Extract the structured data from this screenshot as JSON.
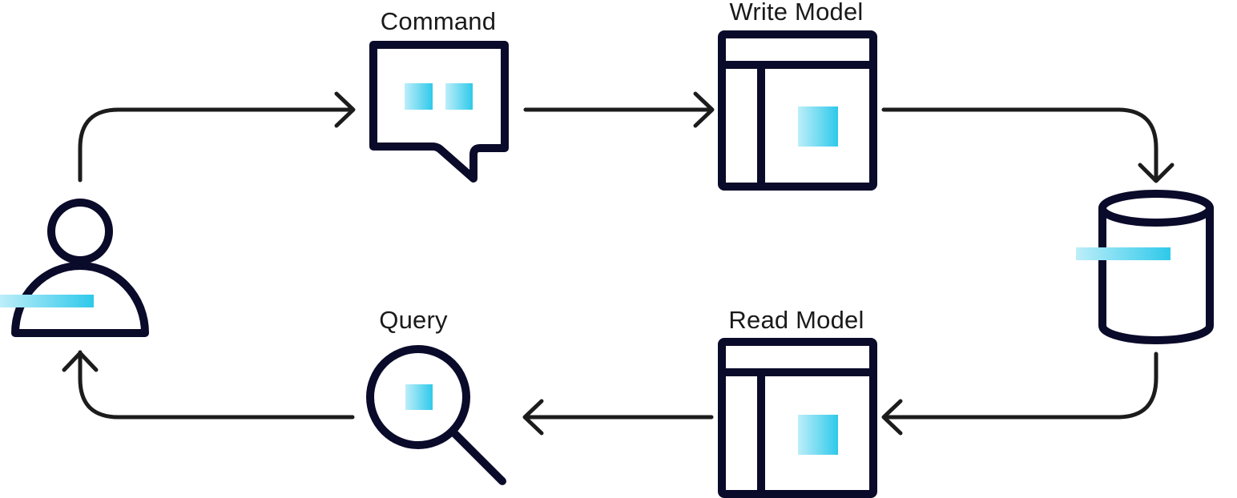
{
  "labels": {
    "command": "Command",
    "write_model": "Write Model",
    "query": "Query",
    "read_model": "Read Model"
  },
  "icons": [
    "user-icon",
    "chat-bubble-icon",
    "table-icon",
    "database-icon",
    "search-icon"
  ],
  "colors": {
    "outline": "#0a0a2a",
    "arrow": "#1c1c1c",
    "accent_start": "#bdeef9",
    "accent_end": "#2ec9ea"
  }
}
